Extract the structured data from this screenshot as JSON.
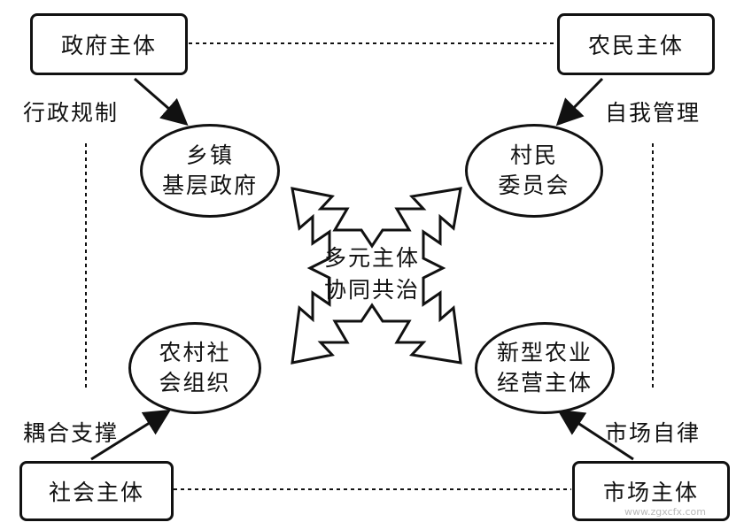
{
  "boxes": {
    "government": "政府主体",
    "farmers": "农民主体",
    "society": "社会主体",
    "market": "市场主体"
  },
  "ellipses": {
    "township_government": {
      "line1": "乡镇",
      "line2": "基层政府"
    },
    "village_committee": {
      "line1": "村民",
      "line2": "委员会"
    },
    "rural_social_org": {
      "line1": "农村社",
      "line2": "会组织"
    },
    "new_agri_operator": {
      "line1": "新型农业",
      "line2": "经营主体"
    }
  },
  "labels": {
    "administrative_regulation": "行政规制",
    "self_management": "自我管理",
    "coupling_support": "耦合支撑",
    "market_self_discipline": "市场自律"
  },
  "center": {
    "line1": "多元主体",
    "line2": "协同共治"
  },
  "watermark": "www.zgxcfx.com"
}
